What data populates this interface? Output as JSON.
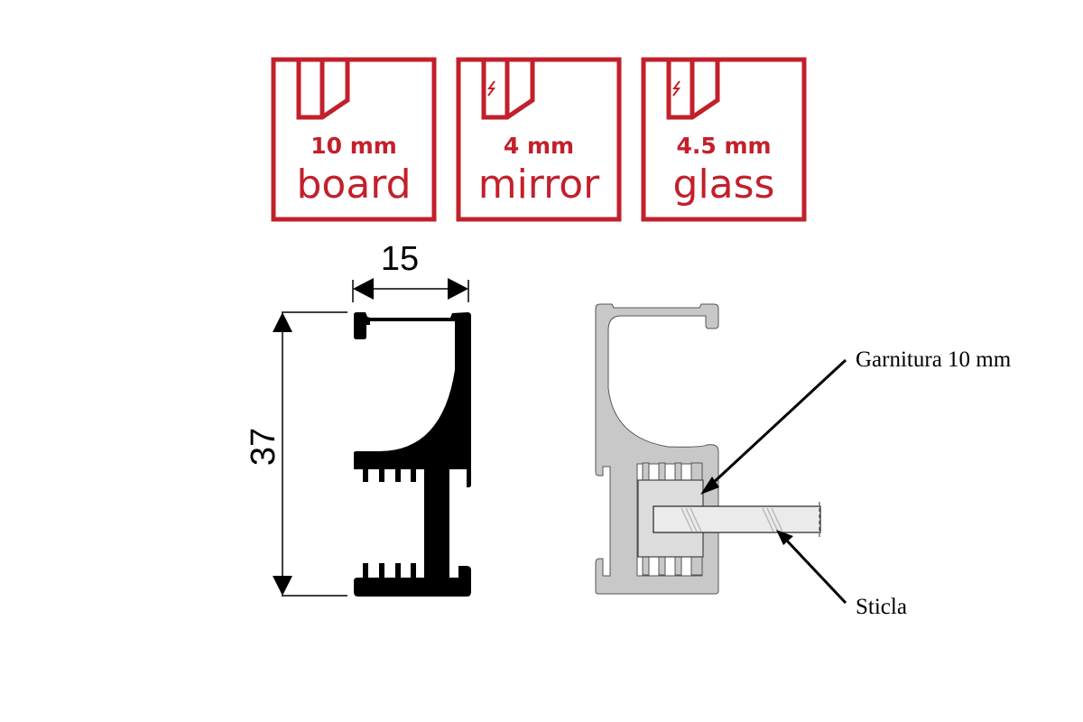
{
  "colors": {
    "badge_red": "#c2202b",
    "profile_black": "#000000",
    "profile_gray": "#c8c8c8",
    "gasket_gray": "#dcdcdc",
    "glass_gray": "#ebebeb"
  },
  "badges": [
    {
      "thickness": "10 mm",
      "material": "board",
      "icon": "board-edge-icon"
    },
    {
      "thickness": "4 mm",
      "material": "mirror",
      "icon": "mirror-edge-icon"
    },
    {
      "thickness": "4.5 mm",
      "material": "glass",
      "icon": "glass-edge-icon"
    }
  ],
  "dimensions": {
    "width": "15",
    "height": "37"
  },
  "callouts": {
    "gasket": "Garnitura 10 mm",
    "glass": "Sticla"
  }
}
